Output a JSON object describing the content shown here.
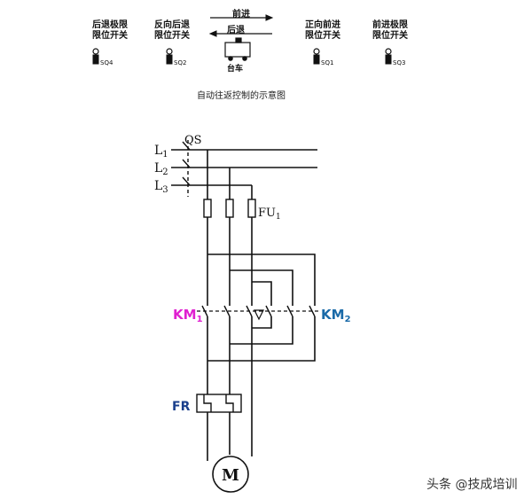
{
  "top": {
    "switches": [
      {
        "label_line1": "后退极限",
        "label_line2": "限位开关",
        "tag": "SQ4"
      },
      {
        "label_line1": "反向后退",
        "label_line2": "限位开关",
        "tag": "SQ2"
      },
      {
        "label_line1": "正向前进",
        "label_line2": "限位开关",
        "tag": "SQ1"
      },
      {
        "label_line1": "前进极限",
        "label_line2": "限位开关",
        "tag": "SQ3"
      }
    ],
    "forward_label": "前进",
    "backward_label": "后退",
    "trolley_label": "台车",
    "caption": "自动往返控制的示意图"
  },
  "circuit": {
    "qs": "QS",
    "lines": [
      {
        "main": "L",
        "sub": "1"
      },
      {
        "main": "L",
        "sub": "2"
      },
      {
        "main": "L",
        "sub": "3"
      }
    ],
    "fuse": {
      "main": "FU",
      "sub": "1"
    },
    "km1": {
      "main": "KM",
      "sub": "1",
      "color": "#e020d0"
    },
    "km2": {
      "main": "KM",
      "sub": "2",
      "color": "#1a6aa8"
    },
    "fr": "FR",
    "fr_color": "#1a3f8c",
    "motor": "M"
  },
  "watermark": "头条 @技成培训"
}
